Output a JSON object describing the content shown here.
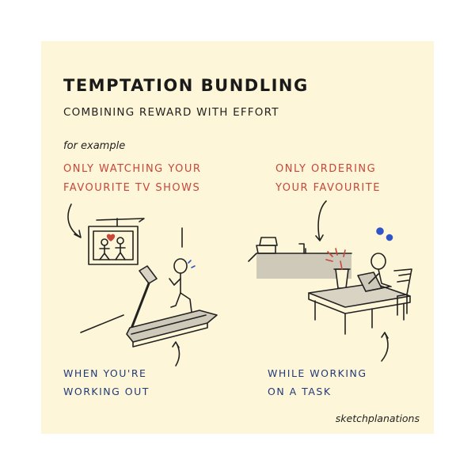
{
  "title": "TEMPTATION BUNDLING",
  "subtitle": "COMBINING REWARD WITH EFFORT",
  "example_label": "for example",
  "left": {
    "reward_line1": "ONLY WATCHING YOUR",
    "reward_line2": "FAVOURITE TV SHOWS",
    "effort_line1": "WHEN YOU'RE",
    "effort_line2": "WORKING OUT"
  },
  "right": {
    "reward_line1": "ONLY ORDERING",
    "reward_line2": "YOUR FAVOURITE",
    "effort_line1": "WHILE WORKING",
    "effort_line2": "ON A TASK"
  },
  "brand": "sketchplanations",
  "colors": {
    "background": "#fdf6d8",
    "reward_text": "#c8463a",
    "effort_text": "#233a7a",
    "gear": "#2f55c8"
  }
}
